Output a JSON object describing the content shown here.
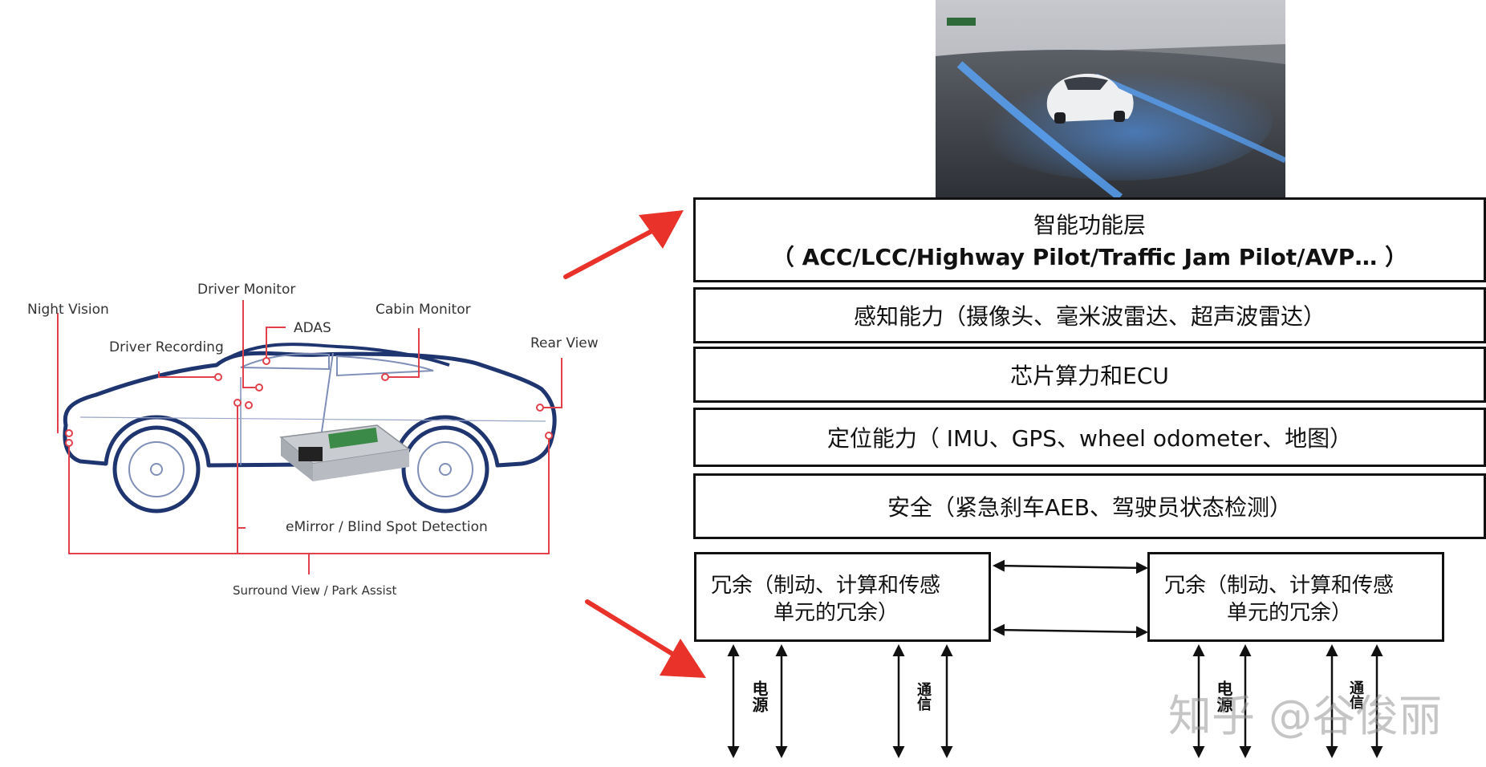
{
  "car": {
    "callouts": {
      "night_vision": "Night Vision",
      "driver_monitor": "Driver Monitor",
      "driver_recording": "Driver Recording",
      "adas": "ADAS",
      "cabin_monitor": "Cabin Monitor",
      "rear_view": "Rear View",
      "emirror": "eMirror / Blind Spot Detection",
      "surround_view": "Surround View / Park Assist"
    }
  },
  "layers": {
    "intelligent": {
      "title": "智能功能层",
      "subtitle": "（ ACC/LCC/Highway Pilot/Traffic Jam Pilot/AVP… ）"
    },
    "perception": "感知能力（摄像头、毫米波雷达、超声波雷达）",
    "chip": "芯片算力和ECU",
    "localization": "定位能力（ IMU、GPS、wheel odometer、地图）",
    "safety": "安全（紧急刹车AEB、驾驶员状态检测）"
  },
  "redundancy": {
    "left": {
      "line1": "冗余（制动、计算和传感",
      "line2": "单元的冗余）"
    },
    "right": {
      "line1": "冗余（制动、计算和传感",
      "line2": "单元的冗余）"
    }
  },
  "connectors": {
    "power": "电源",
    "comm": "通信"
  },
  "watermark": "知乎 @谷俊丽",
  "colors": {
    "callout_line": "#e0414a",
    "arrow_red": "#e8322a",
    "car_outline": "#1f3570",
    "box_border": "#111111"
  }
}
